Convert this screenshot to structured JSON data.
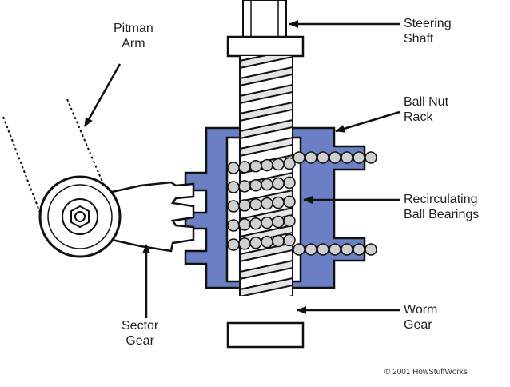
{
  "labels": {
    "pitman_arm": [
      "Pitman",
      "Arm"
    ],
    "steering_shaft": [
      "Steering",
      "Shaft"
    ],
    "ball_nut_rack": [
      "Ball Nut",
      "Rack"
    ],
    "recirculating_ball_bearings": [
      "Recirculating",
      "Ball Bearings"
    ],
    "worm_gear": [
      "Worm",
      "Gear"
    ],
    "sector_gear": [
      "Sector",
      "Gear"
    ]
  },
  "copyright": "© 2001 HowStuffWorks",
  "colors": {
    "ball_nut": "#6b7fc4",
    "outline": "#111111",
    "ball_fill": "#d0d0d0",
    "background": "#ffffff"
  }
}
